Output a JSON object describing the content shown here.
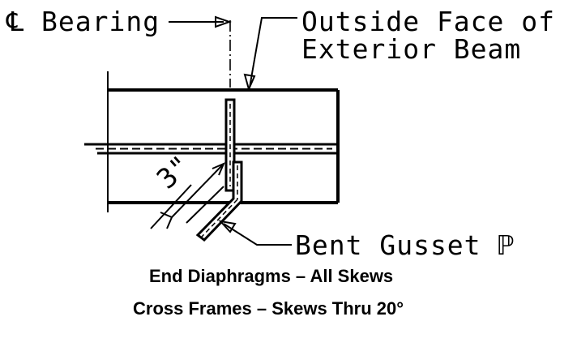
{
  "labels": {
    "centerline_bearing": "℄ Bearing",
    "outside_face_line1": "Outside Face of",
    "outside_face_line2": "Exterior Beam",
    "bent_gusset": "Bent Gusset ℙ",
    "dimension": "3\""
  },
  "captions": {
    "line1": "End Diaphragms – All Skews",
    "line2": "Cross Frames – Skews Thru 20°"
  },
  "colors": {
    "ink": "#000000",
    "background": "#ffffff"
  }
}
